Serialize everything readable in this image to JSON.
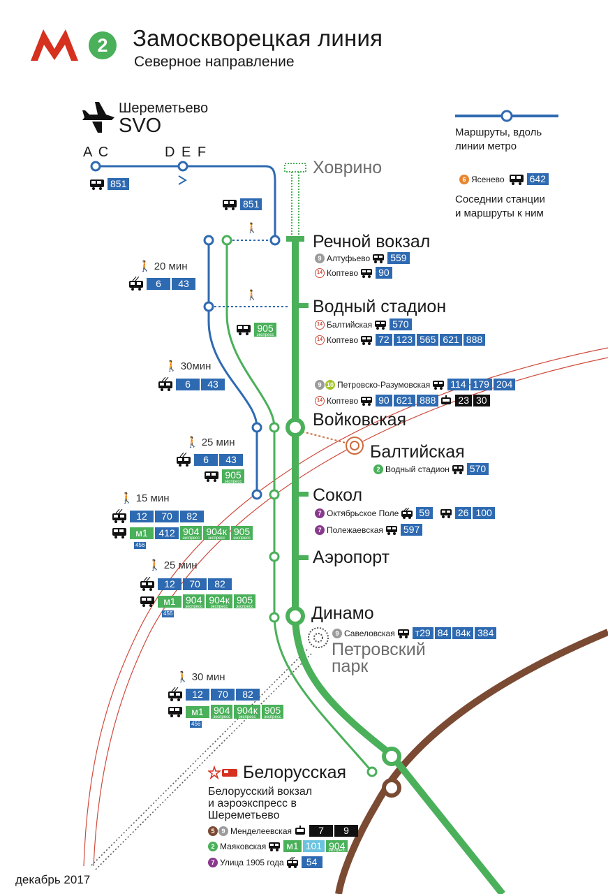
{
  "header": {
    "line_number": "2",
    "title": "Замоскворецкая линия",
    "subtitle": "Северное направление"
  },
  "airport": {
    "name": "Шереметьево",
    "code": "SVO",
    "terminals_1": "A C",
    "terminals_2": "D E F",
    "route_1": "851",
    "route_2": "851"
  },
  "legend": {
    "line_label": "Маршруты, вдоль\nлинии метро",
    "example_line": "6",
    "example_station": "Ясенево",
    "example_route": "642",
    "neighbors_label": "Соседнии станции\nи маршруты к ним"
  },
  "stations": {
    "khovrino": "Ховрино",
    "rechnoy": "Речной вокзал",
    "vodny": "Водный стадион",
    "voykovskaya": "Войковская",
    "baltiyskaya": "Балтийская",
    "sokol": "Сокол",
    "aeroport": "Аэропорт",
    "dinamo": "Динамо",
    "petrovsky": "Петровский\nпарк",
    "belorusskaya": "Белорусская"
  },
  "connections": {
    "rechnoy": [
      {
        "line": "9",
        "line_color": "#9b9b9b",
        "outline": false,
        "station": "Алтуфьево",
        "routes": [
          "559"
        ]
      },
      {
        "line": "14",
        "line_color": "#d04a3c",
        "outline": true,
        "station": "Коптево",
        "routes": [
          "90"
        ]
      }
    ],
    "vodny": [
      {
        "line": "14",
        "line_color": "#d04a3c",
        "outline": true,
        "station": "Балтийская",
        "routes": [
          "570"
        ]
      },
      {
        "line": "14",
        "line_color": "#d04a3c",
        "outline": true,
        "station": "Коптево",
        "routes": [
          "72",
          "123",
          "565",
          "621",
          "888"
        ]
      }
    ],
    "voykovskaya_petrovsko": {
      "line_a": "9",
      "line_b": "10",
      "station": "Петровско-Разумовская",
      "routes": [
        "114",
        "179",
        "204"
      ]
    },
    "voykovskaya_koptevo": {
      "line": "14",
      "station": "Коптево",
      "routes": [
        "90",
        "621",
        "888"
      ],
      "tram": [
        "23",
        "30"
      ]
    },
    "baltiyskaya": {
      "line": "2",
      "station": "Водный стадион",
      "routes": [
        "570"
      ]
    },
    "sokol": [
      {
        "line": "7",
        "station": "Октябрьское Поле",
        "trolley": [
          "59"
        ],
        "bus": [
          "26",
          "100"
        ]
      },
      {
        "line": "7",
        "station": "Полежаевская",
        "routes": [
          "597"
        ]
      }
    ],
    "dinamo": {
      "line": "9",
      "station": "Савеловская",
      "routes": [
        "т29",
        "84",
        "84к",
        "384"
      ]
    },
    "belorusskaya_desc": "Белорусский вокзал\nи аэроэкспресс в\nШереметьево",
    "belorusskaya": [
      {
        "line_a": "5",
        "line_b": "9",
        "station": "Менделеевская",
        "tram": [
          "7",
          "9"
        ]
      },
      {
        "line": "2",
        "station": "Маяковская",
        "routes": [
          "м1",
          "101",
          "904"
        ],
        "express_label": "экспресс"
      },
      {
        "line": "7",
        "station": "Улица 1905 года",
        "routes": [
          "54"
        ]
      }
    ]
  },
  "walks": {
    "w1": "20 мин",
    "w2": "30мин",
    "w3": "25 мин",
    "w4": "15 мин",
    "w5": "25 мин",
    "w6": "30 мин"
  },
  "routes_blocks": {
    "b1": [
      "6",
      "43"
    ],
    "b2_green": [
      "905"
    ],
    "b3": [
      "6",
      "43"
    ],
    "b4": [
      "6",
      "43"
    ],
    "b4_green": [
      "905"
    ],
    "b5_trolley": [
      "12",
      "70",
      "82"
    ],
    "b5_bus": [
      "м1",
      "412",
      "904",
      "904к",
      "905"
    ],
    "b5_456": "456",
    "b6_trolley": [
      "12",
      "70",
      "82"
    ],
    "b6_bus": [
      "м1",
      "904",
      "904к",
      "905"
    ],
    "b6_456": "456",
    "b7_trolley": [
      "12",
      "70",
      "82"
    ],
    "b7_bus": [
      "м1",
      "904",
      "904к",
      "905"
    ],
    "b7_456": "456",
    "express_label": "экспресс"
  },
  "footer": {
    "date": "декабрь 2017"
  },
  "colors": {
    "line2": "#4ab05a",
    "bus_route": "#2e6ab1",
    "circle_line": "#7b4a33",
    "mck": "#d04a3c",
    "line9": "#9b9b9b",
    "line7": "#8a3a8e",
    "line6": "#e9852c",
    "metro_red": "#d6301f"
  }
}
